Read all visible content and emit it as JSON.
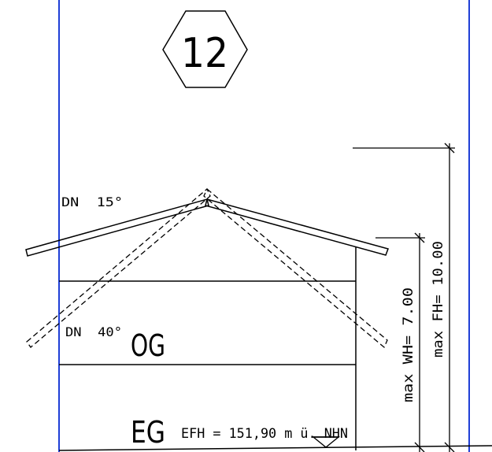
{
  "plot_marker": {
    "number": "12"
  },
  "roof": {
    "flat_pitch_label": "DN  15°",
    "steep_pitch_label": "DN  40°"
  },
  "floors": {
    "upper_floor": "OG",
    "ground_floor": "EG",
    "floor_height_note": "EFH = 151,90 m ü. NHN"
  },
  "dimensions": {
    "eave_height_label": "max WH= 7.00",
    "ridge_height_label": "max FH= 10.00"
  },
  "colors": {
    "boundary_line": "#1f3fd6",
    "linework": "#000000"
  }
}
